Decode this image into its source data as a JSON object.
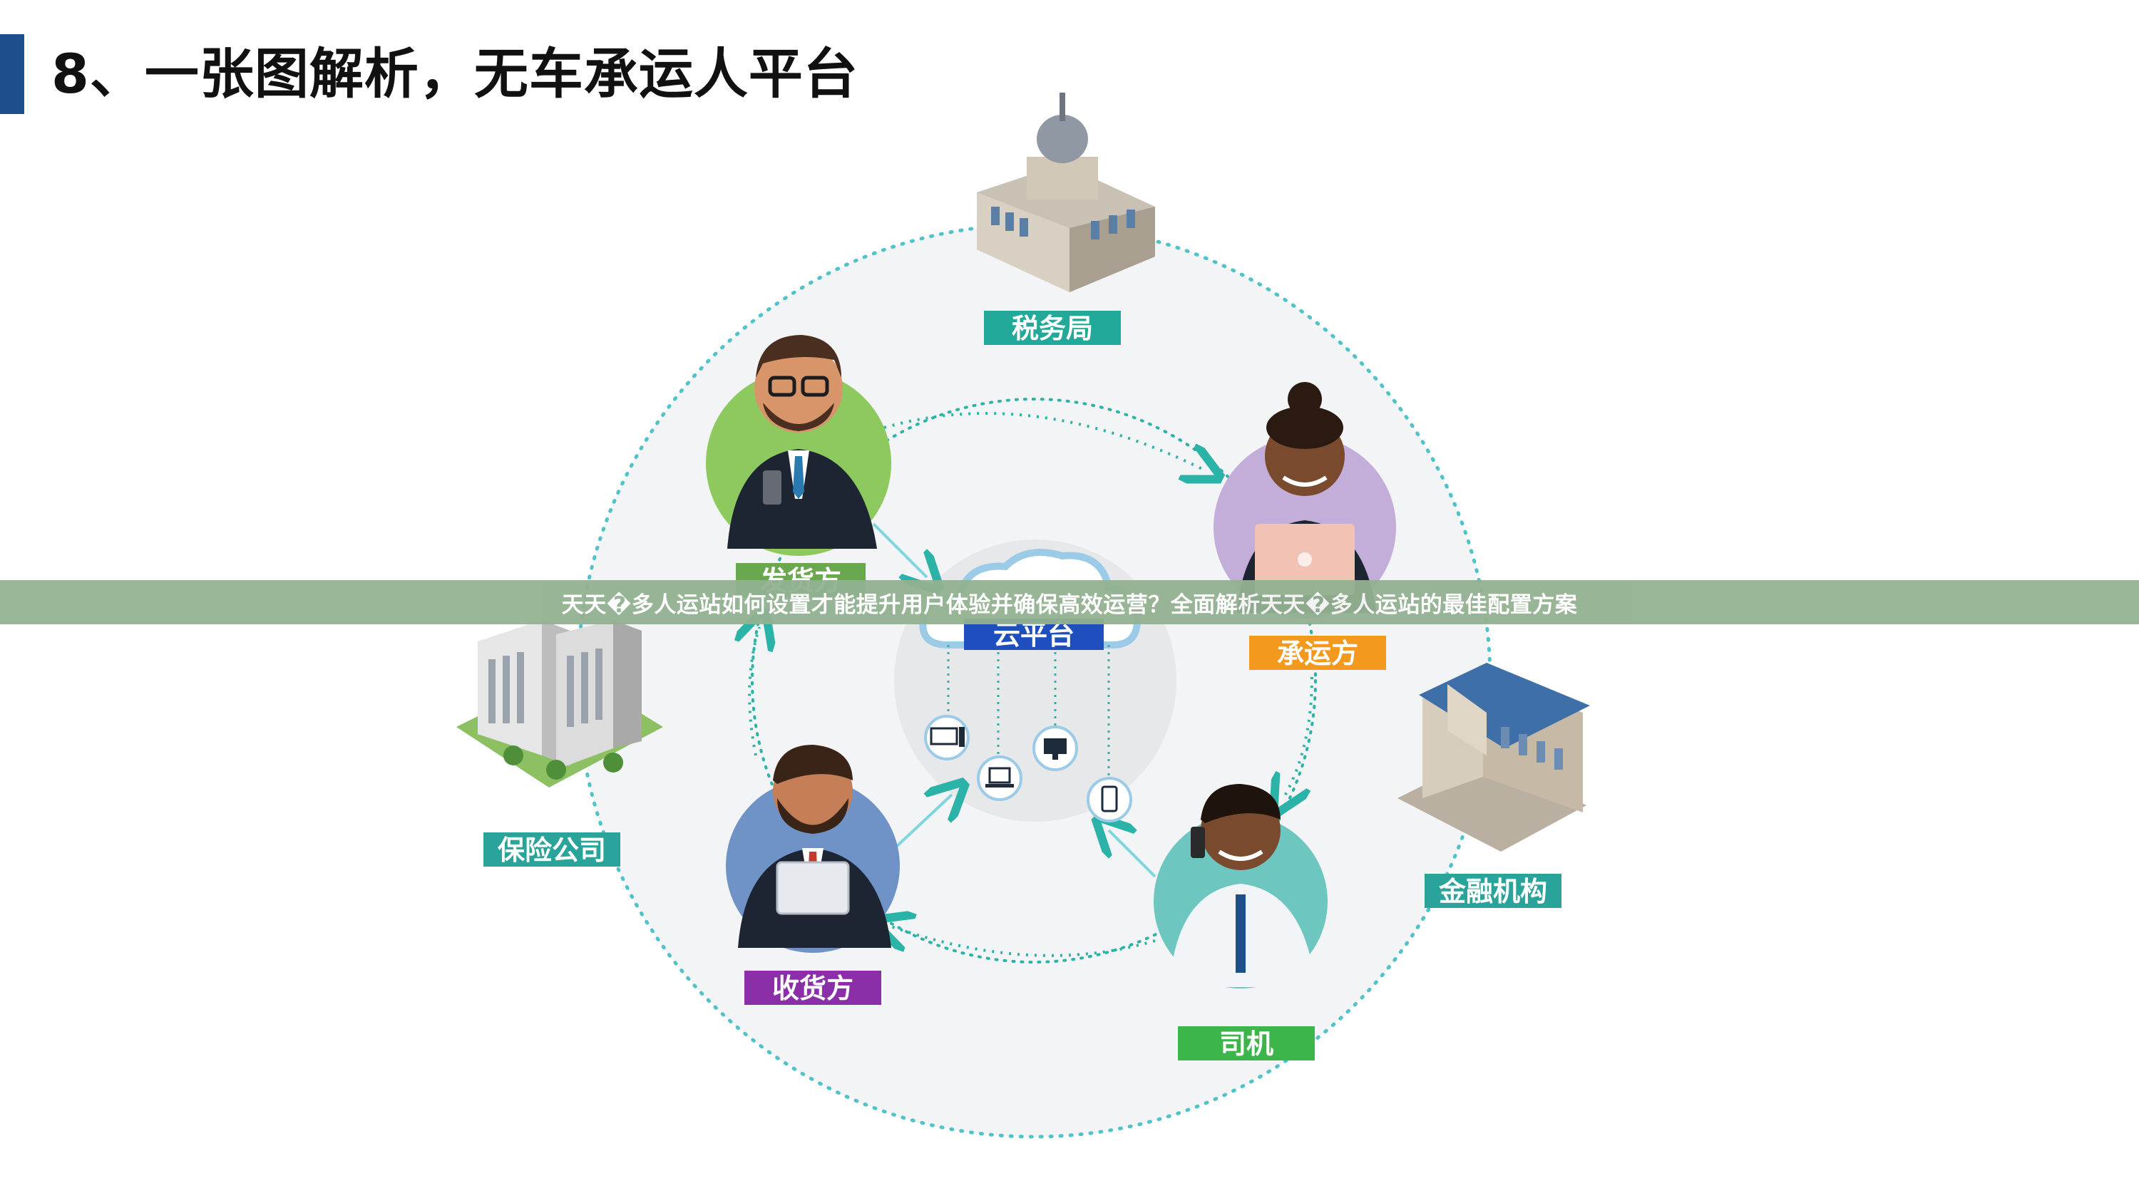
{
  "slide": {
    "title": "8、一张图解析，无车承运人平台"
  },
  "banner": {
    "text": "天天�多人运站如何设置才能提升用户体验并确保高效运营？全面解析天天�多人运站的最佳配置方案"
  },
  "nodes": {
    "tax_bureau": {
      "label": "税务局",
      "color": "#23a99a",
      "icon": "government-building-icon"
    },
    "shipper": {
      "label": "发货方",
      "color": "#6aa84f",
      "icon": "businessman-phone-icon"
    },
    "carrier": {
      "label": "承运方",
      "color": "#f39a1e",
      "icon": "businesswoman-laptop-icon"
    },
    "cloud_platform": {
      "label": "云平台",
      "color": "#1f4fbf",
      "icon": "cloud-icon"
    },
    "insurance": {
      "label": "保险公司",
      "color": "#2aa39a",
      "icon": "office-building-icon"
    },
    "finance": {
      "label": "金融机构",
      "color": "#2aa39a",
      "icon": "bank-building-icon"
    },
    "consignee": {
      "label": "收货方",
      "color": "#8a2fa8",
      "icon": "man-tablet-icon"
    },
    "driver": {
      "label": "司机",
      "color": "#3cb54a",
      "icon": "driver-phone-icon"
    }
  },
  "devices": [
    "desktop-icon",
    "monitor-icon",
    "laptop-icon",
    "phone-icon"
  ]
}
